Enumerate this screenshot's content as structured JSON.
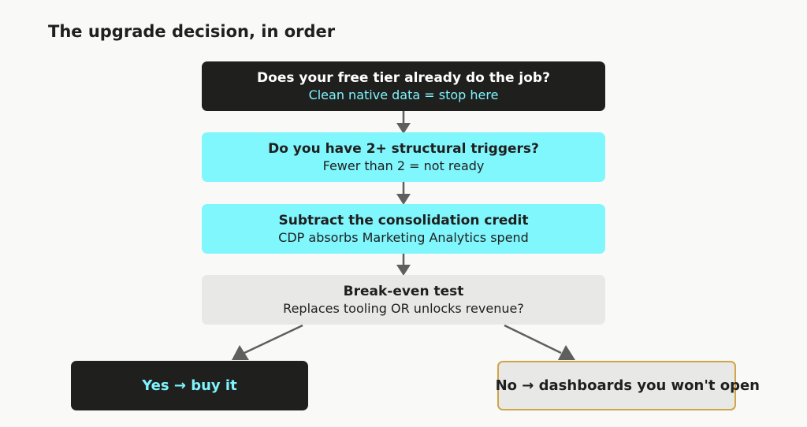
{
  "title": "The upgrade decision, in order",
  "steps": [
    {
      "heading": "Does your free tier already do the job?",
      "subtext": "Clean native data = stop here"
    },
    {
      "heading": "Do you have 2+ structural triggers?",
      "subtext": "Fewer than 2 = not ready"
    },
    {
      "heading": "Subtract the consolidation credit",
      "subtext": "CDP absorbs Marketing Analytics spend"
    },
    {
      "heading": "Break-even test",
      "subtext": "Replaces tooling OR unlocks revenue?"
    }
  ],
  "outcomes": {
    "yes": "Yes → buy it",
    "no": "No → dashboards you won't open"
  },
  "colors": {
    "dark": "#1f1f1e",
    "cyan": "#80f6fd",
    "grey": "#e8e8e6",
    "accent_text": "#7ff4fd",
    "gold_border": "#d0a547",
    "arrow": "#5f5f5e",
    "background": "#f9f9f7"
  }
}
